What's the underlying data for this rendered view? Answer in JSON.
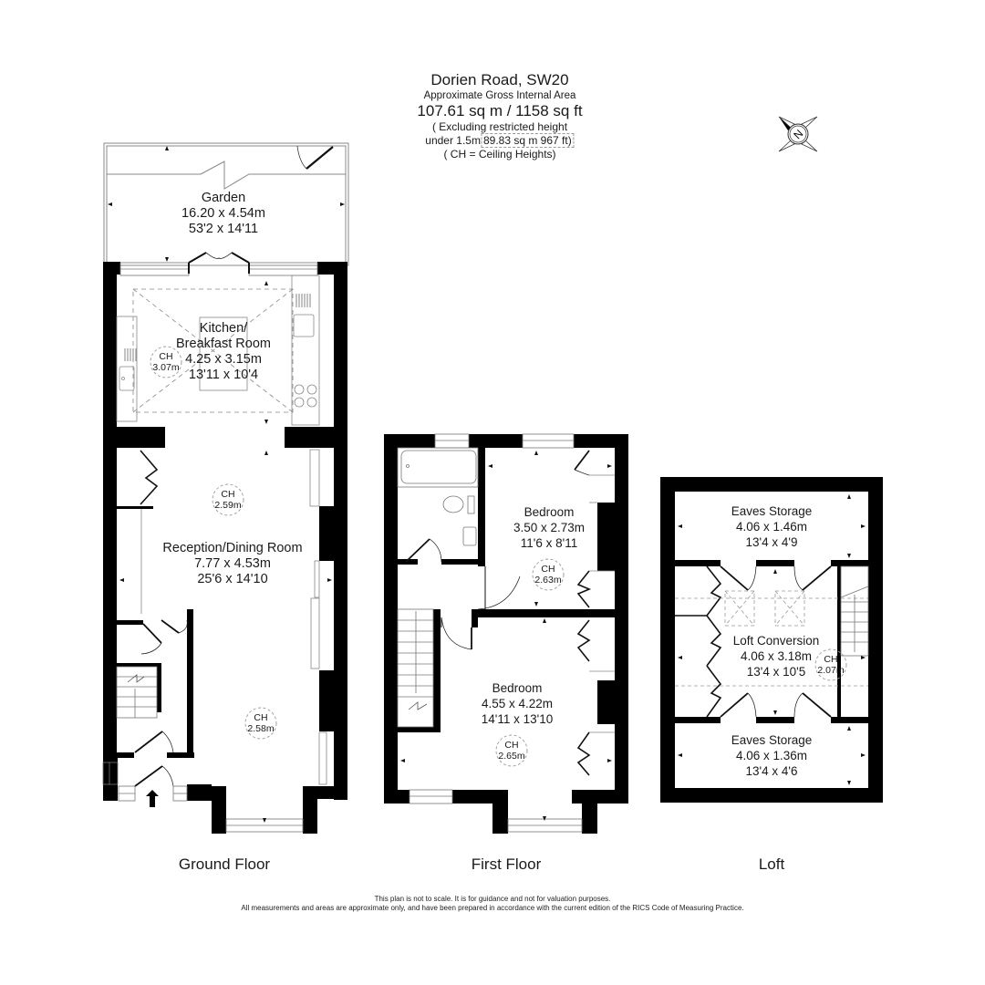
{
  "header": {
    "title": "Dorien Road, SW20",
    "subtitle": "Approximate Gross Internal Area",
    "area": "107.61 sq m / 1158 sq ft",
    "excluding_line1": "( Excluding restricted height",
    "excluding_prefix": "under 1.5m",
    "excluding_value": "89.83 sq m 967 ft)",
    "ch_note": "( CH = Ceiling Heights)"
  },
  "compass": {
    "icon": "compass-north-icon",
    "letter": "N"
  },
  "ground_floor": {
    "label": "Ground Floor",
    "rooms": [
      {
        "name": "Garden",
        "metric": "16.20 x 4.54m",
        "imperial": "53'2 x 14'11"
      },
      {
        "name_line1": "Kitchen/",
        "name_line2": "Breakfast Room",
        "metric": "4.25 x 3.15m",
        "imperial": "13'11 x 10'4",
        "ch_label": "CH",
        "ch_value": "3.07m"
      },
      {
        "name": "Reception/Dining Room",
        "metric": "7.77 x 4.53m",
        "imperial": "25'6 x 14'10",
        "ch_label": "CH",
        "ch_value": "2.59m",
        "ch2_label": "CH",
        "ch2_value": "2.58m"
      }
    ],
    "entrance_icon": "entrance-arrow-icon"
  },
  "first_floor": {
    "label": "First Floor",
    "rooms": [
      {
        "name": "Bedroom",
        "metric": "3.50 x 2.73m",
        "imperial": "11'6 x 8'11",
        "ch_label": "CH",
        "ch_value": "2.63m"
      },
      {
        "name": "Bedroom",
        "metric": "4.55 x 4.22m",
        "imperial": "14'11 x 13'10",
        "ch_label": "CH",
        "ch_value": "2.65m"
      }
    ]
  },
  "loft": {
    "label": "Loft",
    "rooms": [
      {
        "name": "Eaves Storage",
        "metric": "4.06 x 1.46m",
        "imperial": "13'4 x 4'9"
      },
      {
        "name": "Loft Conversion",
        "metric": "4.06 x 3.18m",
        "imperial": "13'4 x 10'5",
        "ch_label": "CH",
        "ch_value": "2.07m"
      },
      {
        "name": "Eaves Storage",
        "metric": "4.06 x 1.36m",
        "imperial": "13'4 x 4'6"
      }
    ]
  },
  "footer": {
    "line1": "This plan is not to scale. It is for guidance and not for valuation purposes.",
    "line2": "All measurements and areas are approximate only, and have been prepared in accordance with the current edition of the RICS Code of Measuring Practice."
  }
}
